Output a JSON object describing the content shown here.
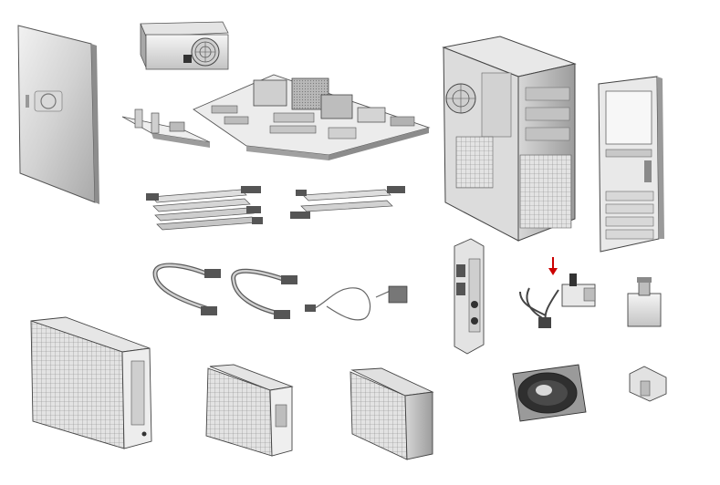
{
  "figure": {
    "type": "exploded parts illustration",
    "colors": {
      "background": "#ffffff",
      "part_light": "#e6e6e6",
      "part_mid": "#bdbdbd",
      "part_dark": "#6e6e6e",
      "outline": "#3a3a3a",
      "arrow": "#cc0000"
    },
    "parts": [
      "side-access-panel",
      "power-supply",
      "expansion-riser-card",
      "system-board",
      "chassis",
      "front-bezel",
      "ribbon-cable-1",
      "ribbon-cable-2",
      "sata-cable-1",
      "sata-cable-2",
      "power-switch-cable",
      "front-io-assembly",
      "power-button-assembly",
      "heatsink-fan",
      "optical-drive",
      "diskette-drive",
      "hard-drive",
      "speaker",
      "chassis-clip"
    ]
  }
}
